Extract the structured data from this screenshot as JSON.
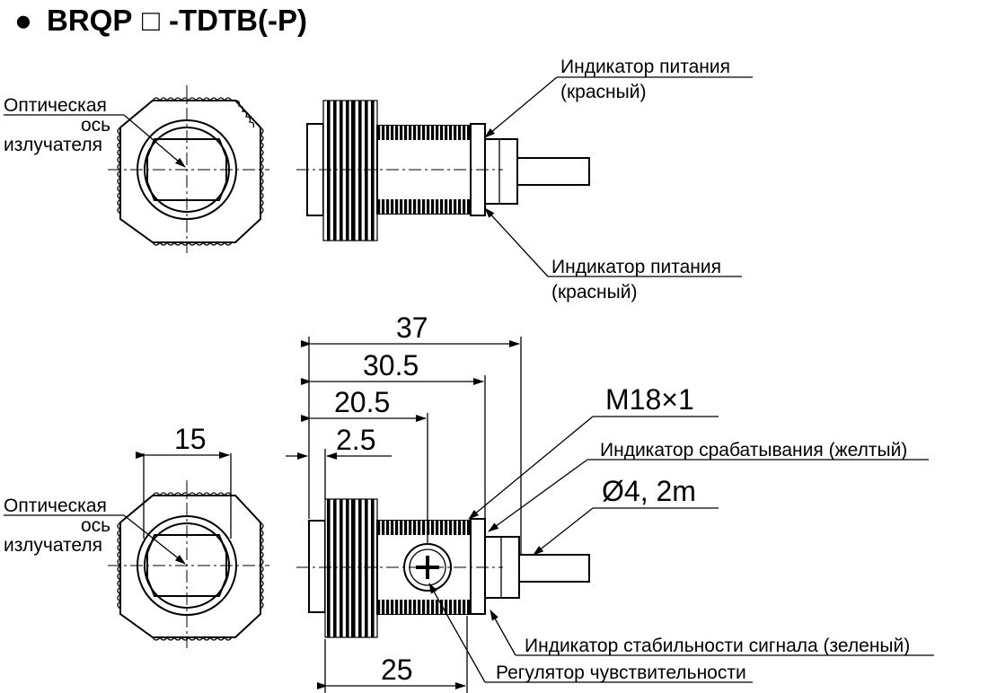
{
  "title": {
    "bullet": "●",
    "prefix": "BRQP",
    "box_glyph": "□",
    "suffix": "-TDTB(-P)"
  },
  "top_view": {
    "axis_label": [
      "Оптическая",
      "ось",
      "излучателя"
    ],
    "power_indicator_top": [
      "Индикатор питания",
      "(красный)"
    ],
    "power_indicator_bottom": [
      "Индикатор питания",
      "(красный)"
    ]
  },
  "bottom_view": {
    "axis_label": [
      "Оптическая",
      "ось",
      "излучателя"
    ],
    "dim_15": "15",
    "dim_37": "37",
    "dim_30_5": "30.5",
    "dim_20_5": "20.5",
    "dim_2_5": "2.5",
    "dim_25": "25",
    "thread_spec": "M18×1",
    "operation_indicator": "Индикатор срабатывания (желтый)",
    "cable_spec": "Ø4, 2m",
    "stability_indicator": "Индикатор стабильности сигнала (зеленый)",
    "sensitivity_adjuster": "Регулятор чувствительности"
  }
}
